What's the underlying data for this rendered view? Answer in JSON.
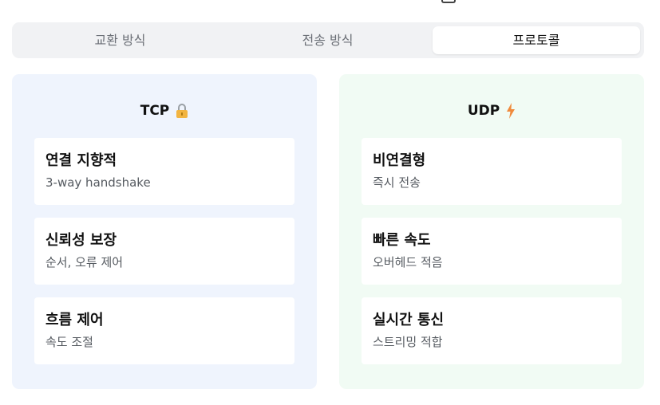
{
  "tabs": [
    {
      "label": "교환 방식",
      "active": false
    },
    {
      "label": "전송 방식",
      "active": false
    },
    {
      "label": "프로토콜",
      "active": true
    }
  ],
  "tcp": {
    "title": "TCP",
    "icon": "lock-icon",
    "background": "#eff4fd",
    "items": [
      {
        "title": "연결 지향적",
        "desc": "3-way handshake"
      },
      {
        "title": "신뢰성 보장",
        "desc": "순서, 오류 제어"
      },
      {
        "title": "흐름 제어",
        "desc": "속도 조절"
      }
    ]
  },
  "udp": {
    "title": "UDP",
    "icon": "lightning-icon",
    "background": "#f1fbf4",
    "items": [
      {
        "title": "비연결형",
        "desc": "즉시 전송"
      },
      {
        "title": "빠른 속도",
        "desc": "오버헤드 적음"
      },
      {
        "title": "실시간 통신",
        "desc": "스트리밍 적합"
      }
    ]
  }
}
